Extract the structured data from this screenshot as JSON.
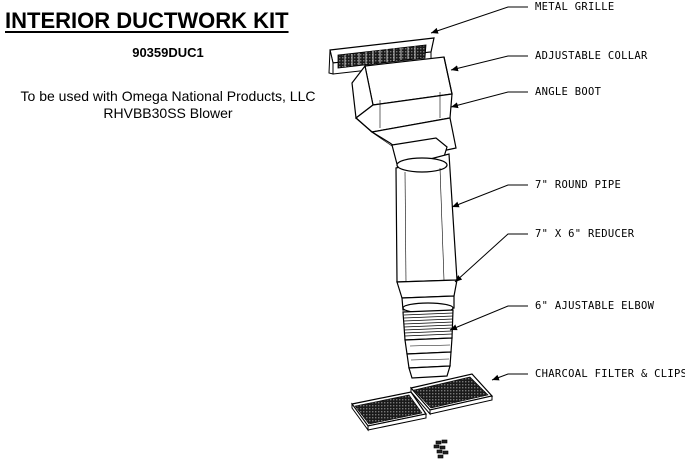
{
  "header": {
    "title": "INTERIOR DUCTWORK KIT",
    "part_number": "90359DUC1",
    "usage_line1": "To be used with Omega National Products, LLC",
    "usage_line2": "RHVBB30SS Blower"
  },
  "callouts": [
    {
      "id": "metal-grille",
      "label": "METAL GRILLE"
    },
    {
      "id": "adjustable-collar",
      "label": "ADJUSTABLE COLLAR"
    },
    {
      "id": "angle-boot",
      "label": "ANGLE BOOT"
    },
    {
      "id": "round-pipe",
      "label": "7\" ROUND PIPE"
    },
    {
      "id": "reducer",
      "label": "7\" X 6\" REDUCER"
    },
    {
      "id": "elbow",
      "label": "6\" AJUSTABLE ELBOW"
    },
    {
      "id": "charcoal-filter",
      "label": "CHARCOAL FILTER & CLIPS"
    }
  ]
}
